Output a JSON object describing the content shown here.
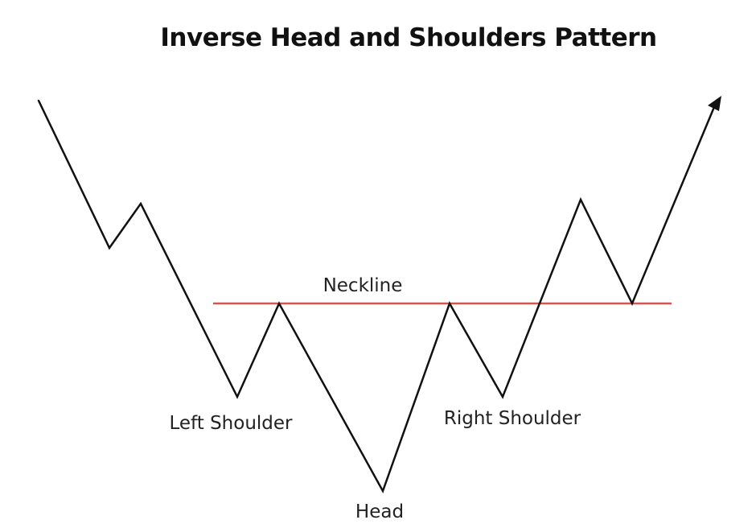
{
  "title": "Inverse Head and Shoulders Pattern",
  "labels": {
    "neckline": "Neckline",
    "left_shoulder": "Left Shoulder",
    "head": "Head",
    "right_shoulder": "Right Shoulder"
  },
  "colors": {
    "price_line": "#111111",
    "neckline": "#d9534f",
    "text": "#222222",
    "background": "#ffffff"
  }
}
